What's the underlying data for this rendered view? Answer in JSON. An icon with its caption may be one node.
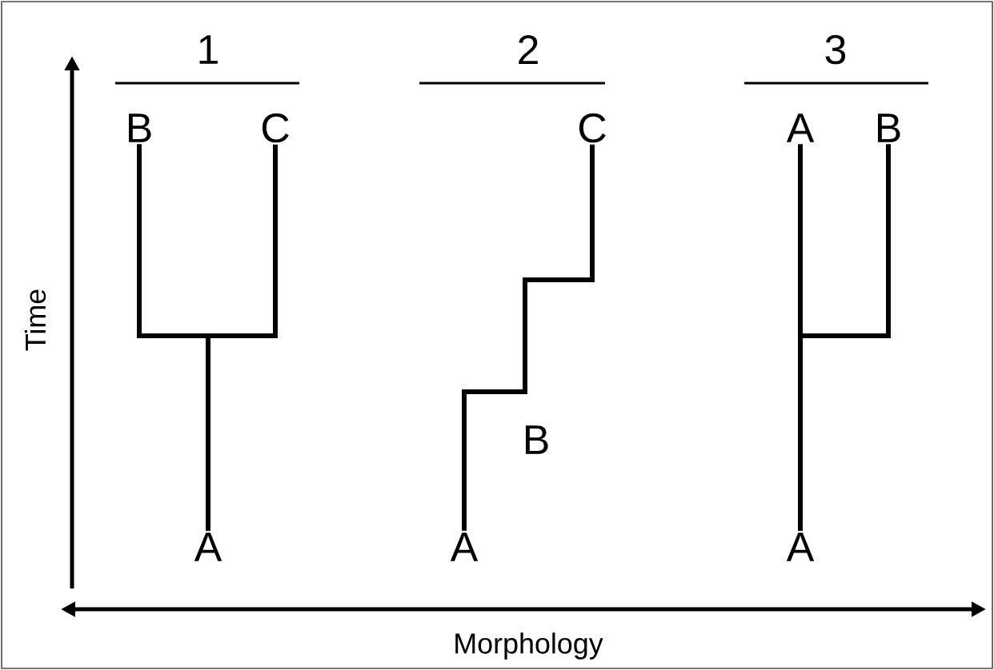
{
  "diagram": {
    "nodes": [
      {
        "text": [
          "B"
        ]
      },
      {
        "text": [
          "C"
        ]
      },
      {
        "text": [
          "A"
        ]
      },
      {
        "text": [
          "C"
        ]
      },
      {
        "text": [
          "A"
        ]
      },
      {
        "text": [
          "A"
        ]
      },
      {
        "text": [
          "B"
        ]
      },
      {
        "text": [
          "A"
        ]
      }
    ],
    "edges": [
      {
        "from": 2,
        "to": 0,
        "arrow": "none"
      },
      {
        "from": 2,
        "to": 1,
        "arrow": "none"
      },
      {
        "from": 4,
        "to": 3,
        "arrow": "none",
        "label": "B"
      },
      {
        "from": 7,
        "to": 5,
        "arrow": "none"
      },
      {
        "from": 7,
        "to": 6,
        "arrow": "none"
      }
    ],
    "labels": [
      "1",
      "2",
      "3",
      "Time",
      "Morphology"
    ]
  }
}
